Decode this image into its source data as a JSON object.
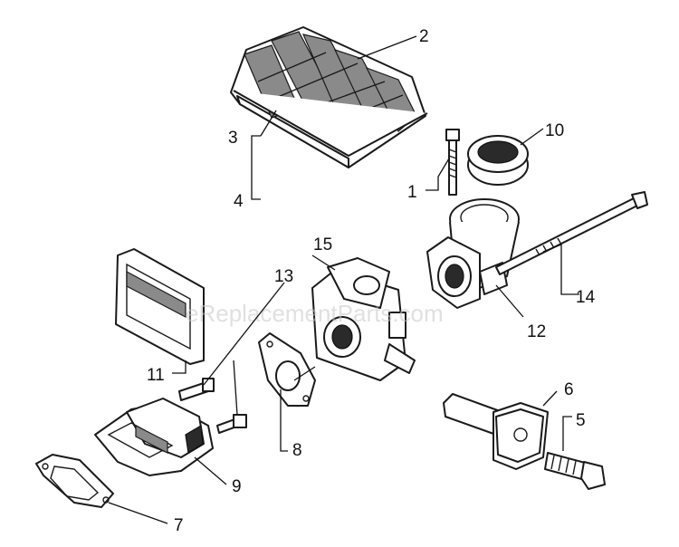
{
  "watermark": "eReplacementParts.com",
  "callouts": [
    "1",
    "2",
    "3",
    "4",
    "5",
    "6",
    "7",
    "8",
    "9",
    "10",
    "11",
    "12",
    "13",
    "14",
    "15"
  ]
}
